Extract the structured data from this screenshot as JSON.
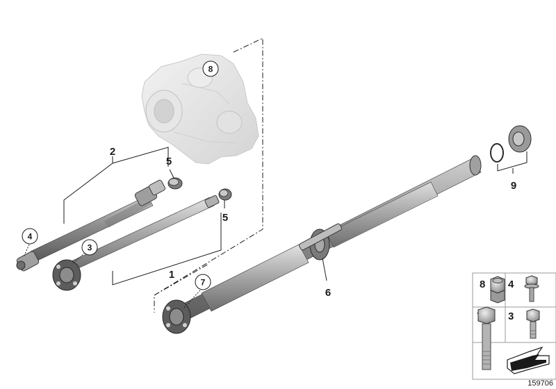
{
  "diagram_id": "159706",
  "callouts": {
    "c1": "1",
    "c2": "2",
    "c3": "3",
    "c4": "4",
    "c5a": "5",
    "c5b": "5",
    "c6": "6",
    "c7": "7",
    "c8": "8",
    "c9": "9"
  },
  "legend": {
    "cells": [
      {
        "label": "8"
      },
      {
        "label": "4"
      },
      {
        "label": "7"
      },
      {
        "label": "3"
      }
    ]
  }
}
